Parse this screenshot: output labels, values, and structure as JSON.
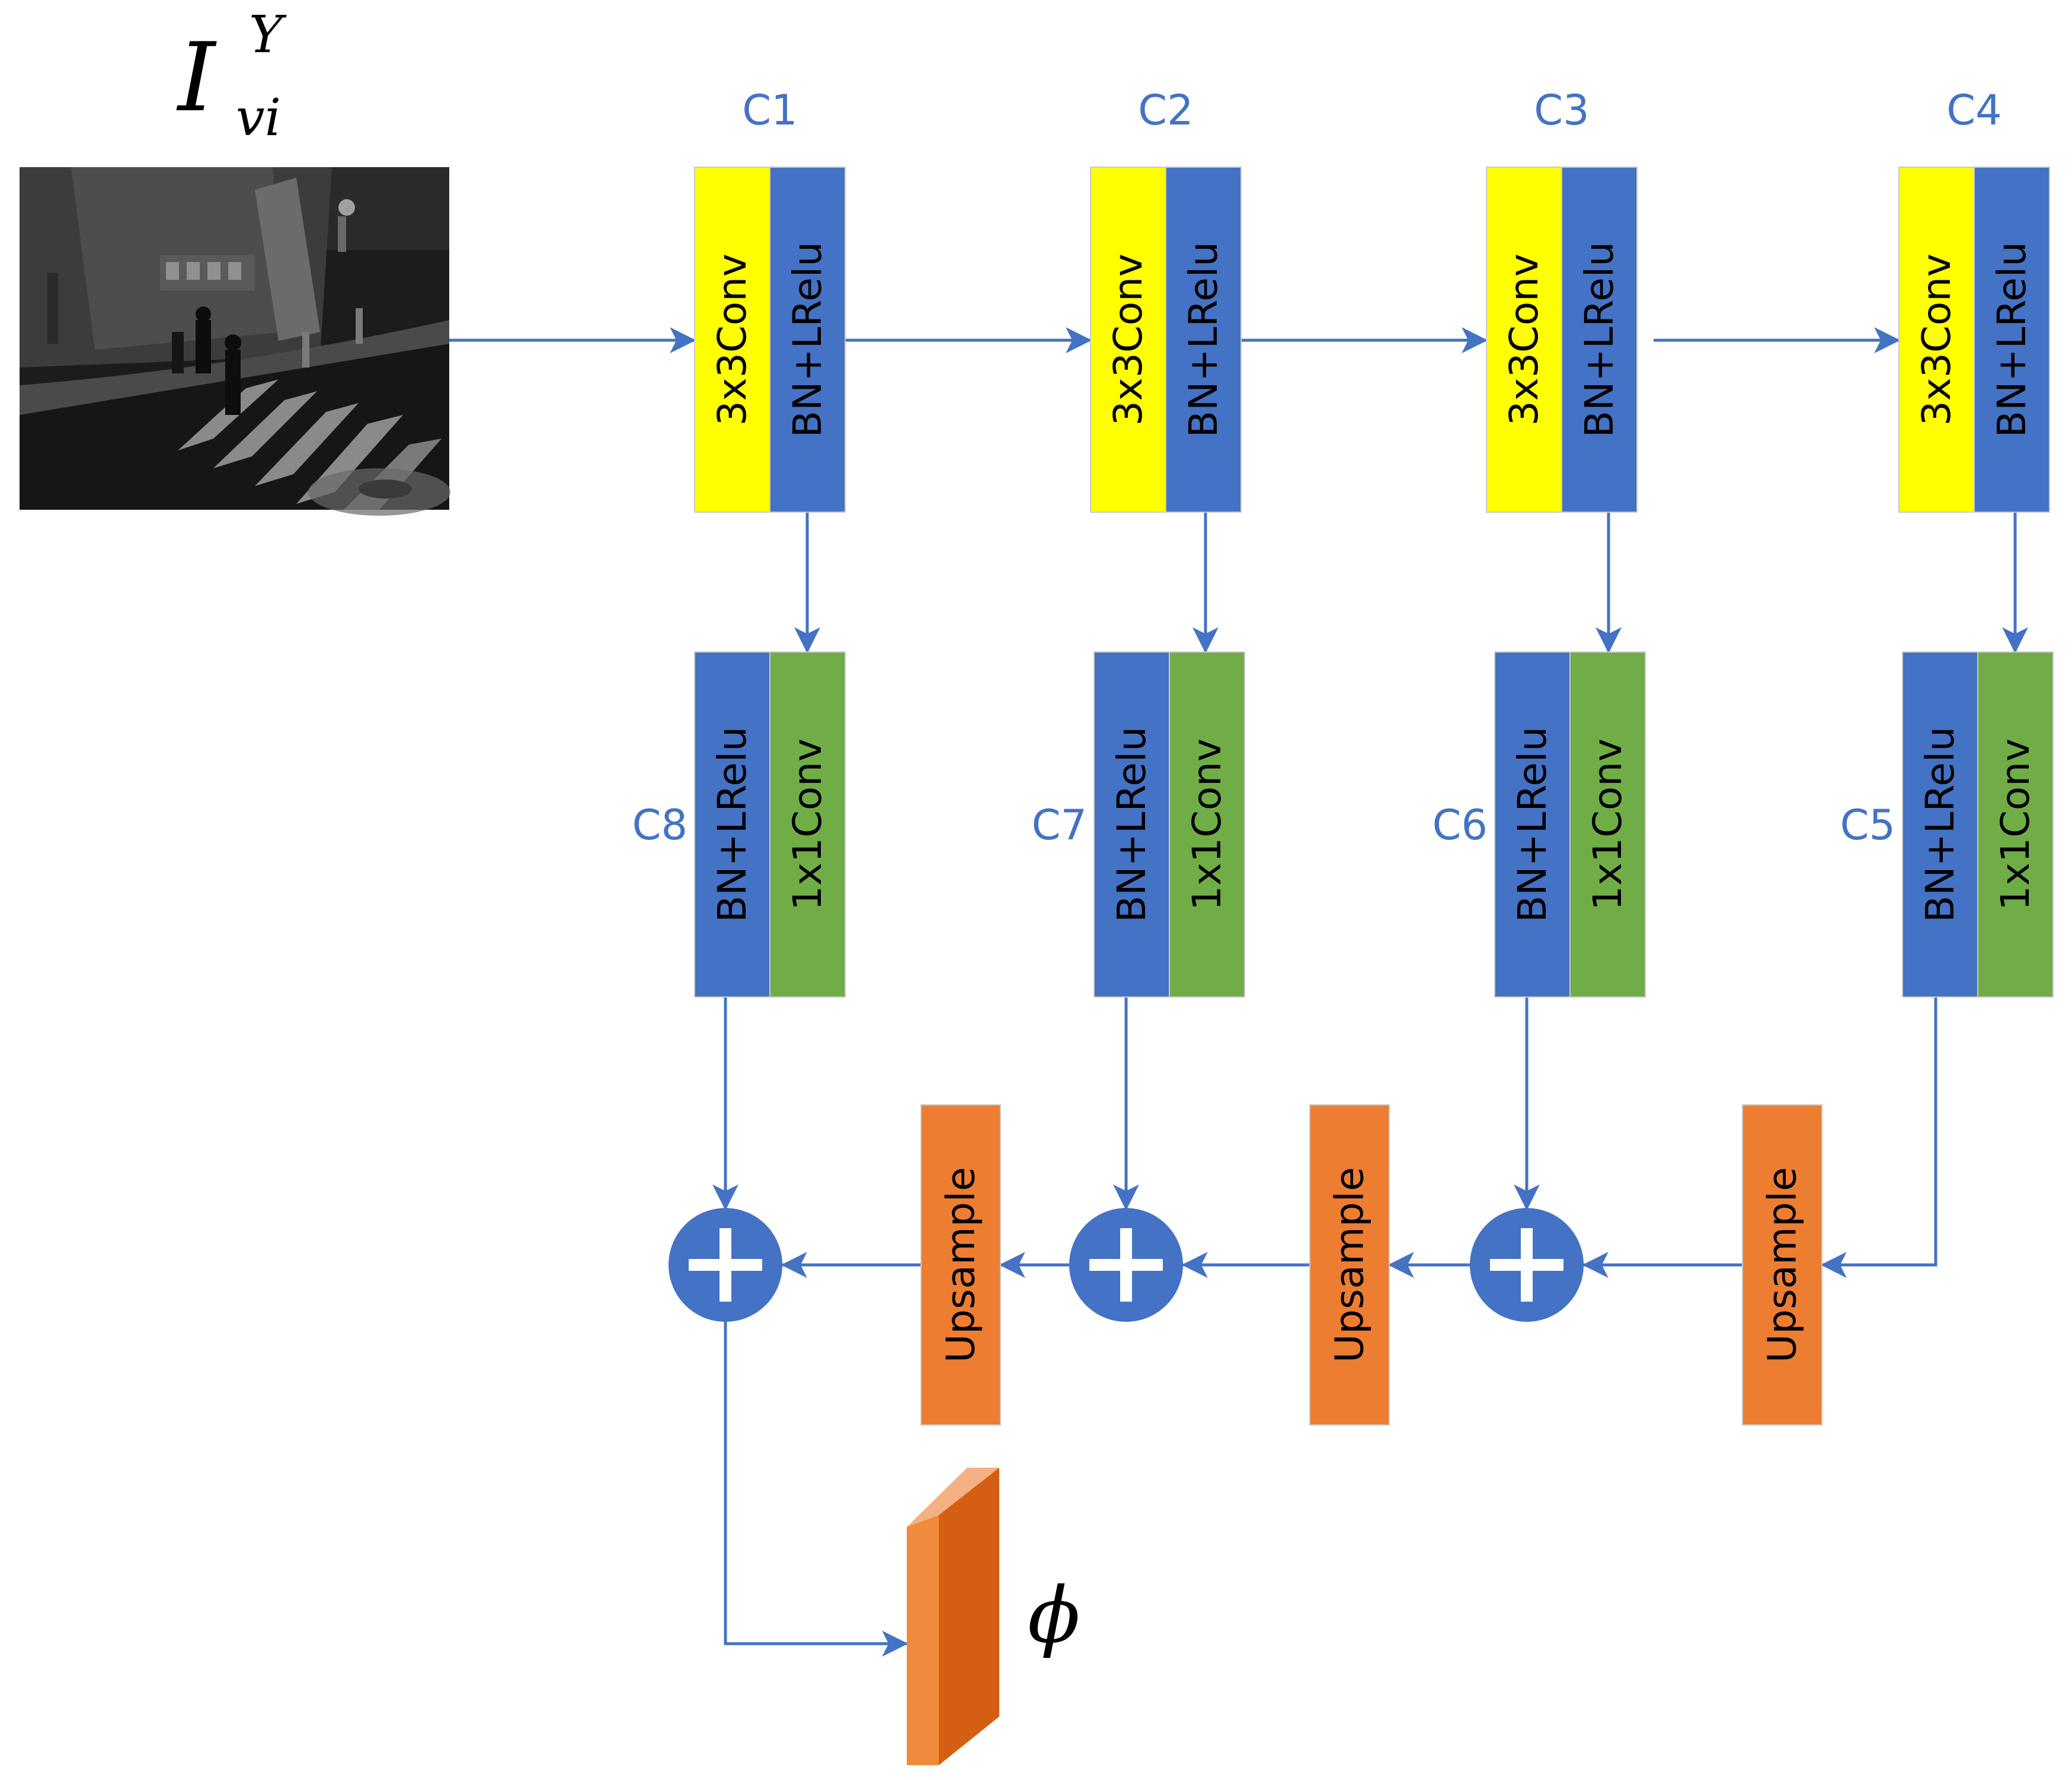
{
  "colors": {
    "link": "#4472C4",
    "conv3": "#FFFF00",
    "bn": "#4472C4",
    "conv1": "#70AD47",
    "upsample": "#ED7D31",
    "output_front": "#F08A3C",
    "output_side": "#D45F12",
    "output_top": "#F4B183",
    "text": "#000000",
    "label": "#4472C4"
  },
  "input": {
    "symbol": "I",
    "superscript": "Y",
    "subscript": "vi"
  },
  "encoder": [
    {
      "label": "C1",
      "conv_text": "3x3Conv",
      "bn_text": "BN+LRelu"
    },
    {
      "label": "C2",
      "conv_text": "3x3Conv",
      "bn_text": "BN+LRelu"
    },
    {
      "label": "C3",
      "conv_text": "3x3Conv",
      "bn_text": "BN+LRelu"
    },
    {
      "label": "C4",
      "conv_text": "3x3Conv",
      "bn_text": "BN+LRelu"
    }
  ],
  "lateral": [
    {
      "label": "C8",
      "bn_text": "BN+LRelu",
      "conv_text": "1x1Conv"
    },
    {
      "label": "C7",
      "bn_text": "BN+LRelu",
      "conv_text": "1x1Conv"
    },
    {
      "label": "C6",
      "bn_text": "BN+LRelu",
      "conv_text": "1x1Conv"
    },
    {
      "label": "C5",
      "bn_text": "BN+LRelu",
      "conv_text": "1x1Conv"
    }
  ],
  "upsample": [
    {
      "text": "Upsample"
    },
    {
      "text": "Upsample"
    },
    {
      "text": "Upsample"
    }
  ],
  "output": {
    "symbol": "ϕ"
  }
}
